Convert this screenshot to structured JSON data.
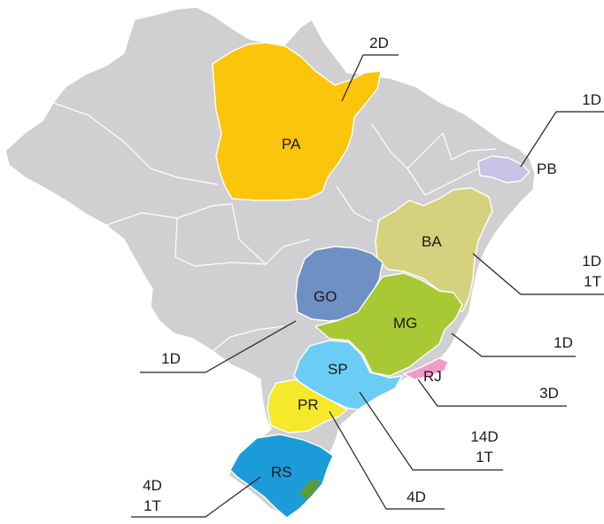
{
  "colors": {
    "land": "#d0d0d2",
    "PA": "#fbc50b",
    "BA": "#d5d17d",
    "GO": "#6e90c3",
    "MG": "#a8c934",
    "SP": "#6bcdf5",
    "PR": "#f6e82a",
    "RS": "#1b9bd8",
    "RJ": "#f29bc8",
    "PB": "#c8c3e6",
    "lagoon": "#5d9a3a"
  },
  "states": {
    "PA": {
      "label": "PA",
      "callout": [
        "2D"
      ]
    },
    "PB": {
      "label": "PB",
      "callout": [
        "1D"
      ]
    },
    "BA": {
      "label": "BA",
      "callout": [
        "1D",
        "1T"
      ]
    },
    "GO": {
      "label": "GO",
      "callout": [
        "1D"
      ]
    },
    "MG": {
      "label": "MG",
      "callout": [
        "1D"
      ]
    },
    "RJ": {
      "label": "RJ",
      "callout": [
        "3D"
      ]
    },
    "SP": {
      "label": "SP",
      "callout": [
        "14D",
        "1T"
      ]
    },
    "PR": {
      "label": "PR",
      "callout": [
        "4D"
      ]
    },
    "RS": {
      "label": "RS",
      "callout": [
        "4D",
        "1T"
      ]
    }
  }
}
